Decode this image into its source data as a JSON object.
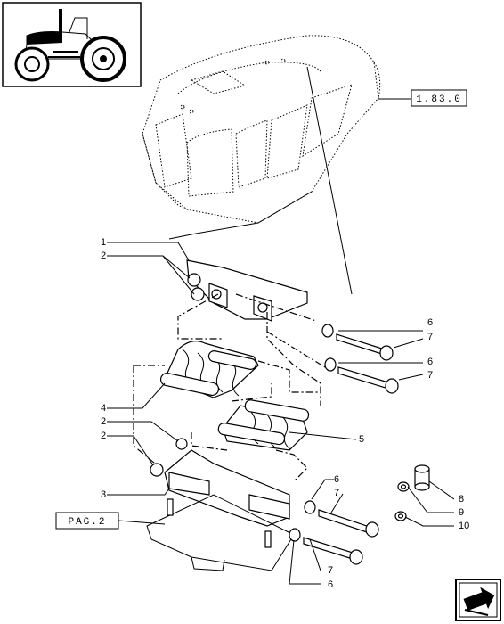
{
  "ref_top": "1.83.0",
  "ref_page": "PAG.2",
  "callouts": {
    "c1": "1",
    "c2a": "2",
    "c4": "4",
    "c2b": "2",
    "c2c": "2",
    "c3": "3",
    "c6a": "6",
    "c7a": "7",
    "c6b": "6",
    "c7b": "7",
    "c5": "5",
    "c6c": "6",
    "c7c": "7",
    "c8": "8",
    "c9": "9",
    "c10": "10",
    "c7d": "7",
    "c6d": "6"
  },
  "icons": {
    "thumbnail": "tractor-thumbnail",
    "nav": "next-arrow-icon"
  }
}
